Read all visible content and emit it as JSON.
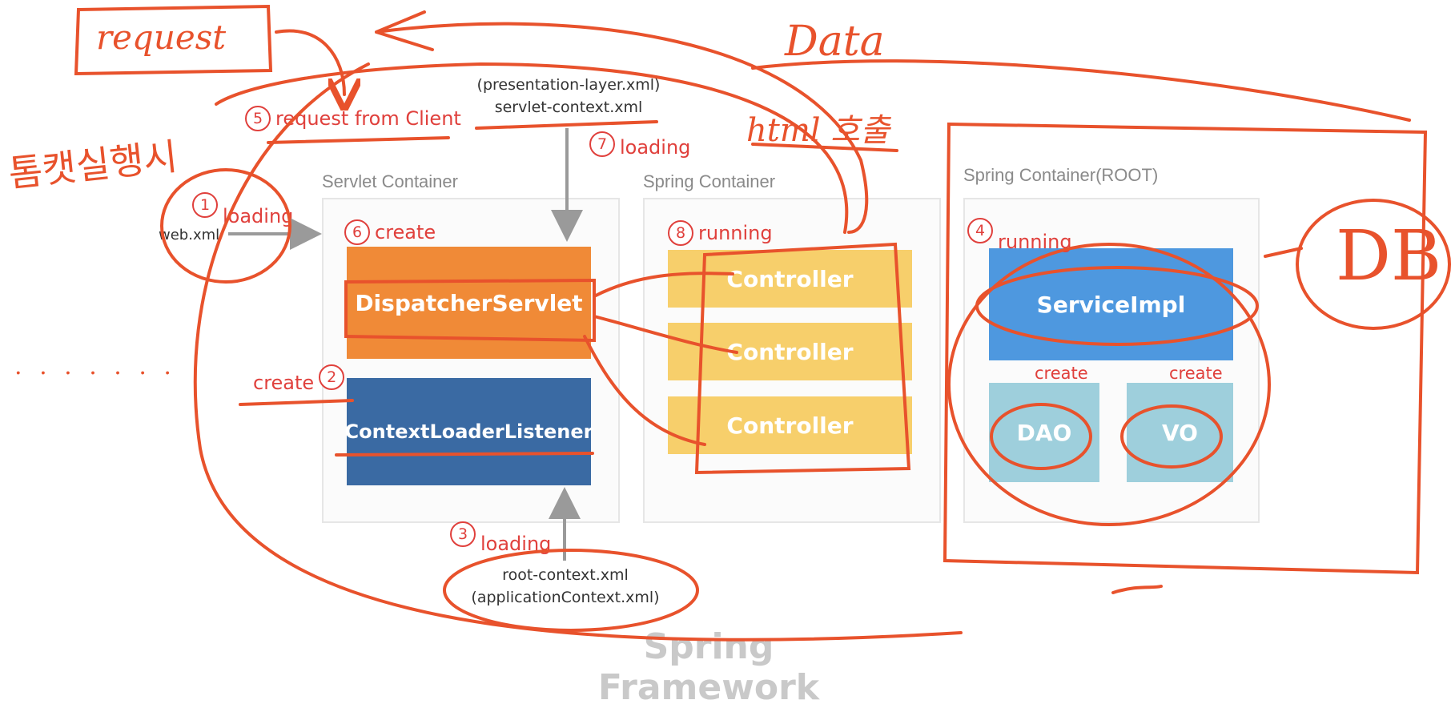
{
  "containers": {
    "servlet": "Servlet Container",
    "spring": "Spring Container",
    "root": "Spring Container(ROOT)"
  },
  "steps": {
    "s1": {
      "num": "1",
      "text": "loading"
    },
    "s2": {
      "num": "2",
      "text": "create"
    },
    "s3": {
      "num": "3",
      "text": "loading"
    },
    "s4": {
      "num": "4",
      "text": "running"
    },
    "s5": {
      "num": "5",
      "text": "request from Client"
    },
    "s6": {
      "num": "6",
      "text": "create"
    },
    "s7": {
      "num": "7",
      "text": "loading"
    },
    "s8": {
      "num": "8",
      "text": "running"
    }
  },
  "files": {
    "webxml": "web.xml",
    "presentation_line1": "(presentation-layer.xml)",
    "presentation_line2": "servlet-context.xml",
    "root_line1": "root-context.xml",
    "root_line2": "(applicationContext.xml)"
  },
  "blocks": {
    "dispatcher": "DispatcherServlet",
    "listener": "ContextLoaderListener",
    "controllers": [
      "Controller",
      "Controller",
      "Controller"
    ],
    "service": "ServiceImpl",
    "dao": "DAO",
    "vo": "VO",
    "create_dao": "create",
    "create_vo": "create"
  },
  "footer": "Spring Framework",
  "handwriting": {
    "request": "request",
    "korean": "톰캣실행시",
    "data": "Data",
    "html": "html 호출",
    "db": "DB",
    "dots": ". . . . . . ."
  },
  "colors": {
    "annotation": "#e8522c",
    "orange": "#f08a37",
    "listener_blue": "#3a6aa3",
    "controller_yellow": "#f7cf6b",
    "service_blue": "#4e98df",
    "teal": "#9ecfdc"
  }
}
